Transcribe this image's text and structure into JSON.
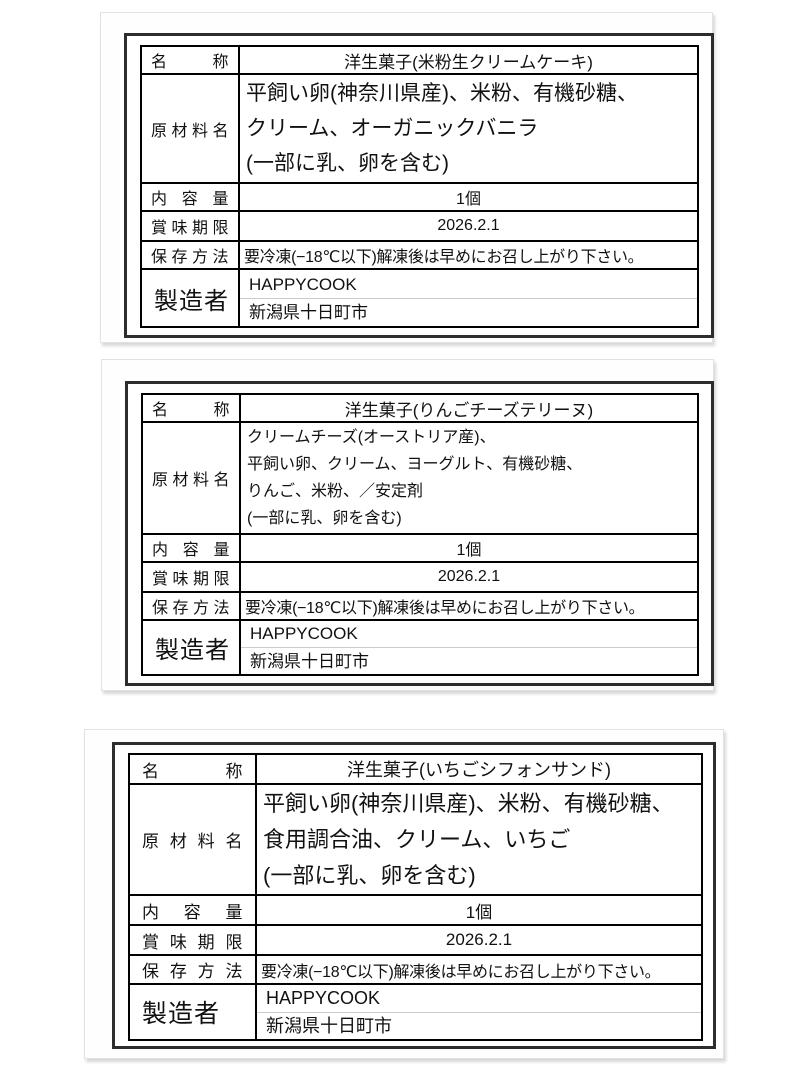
{
  "colors": {
    "table_border": "#000000",
    "frame_border": "#2d2d2d",
    "text": "#111111",
    "background": "#ffffff"
  },
  "labels": [
    {
      "name_label": "名称",
      "name_value": "洋生菓子(米粉生クリームケーキ)",
      "ingredients_label": "原材料名",
      "ingredients_lines": [
        "平飼い卵(神奈川県産)、米粉、有機砂糖、",
        "クリーム、オーガニックバニラ",
        "(一部に乳、卵を含む)"
      ],
      "amount_label": "内容量",
      "amount_value": "1個",
      "expiry_label": "賞味期限",
      "expiry_value": "2026.2.1",
      "storage_label": "保存方法",
      "storage_value": "要冷凍(−18℃以下)解凍後は早めにお召し上がり下さい。",
      "maker_label": "製造者",
      "maker_name": "HAPPYCOOK",
      "maker_address": "新潟県十日町市"
    },
    {
      "name_label": "名称",
      "name_value": "洋生菓子(りんごチーズテリーヌ)",
      "ingredients_label": "原材料名",
      "ingredients_lines": [
        "クリームチーズ(オーストリア産)、",
        "平飼い卵、クリーム、ヨーグルト、有機砂糖、",
        "りんご、米粉、／安定剤",
        "(一部に乳、卵を含む)"
      ],
      "amount_label": "内容量",
      "amount_value": "1個",
      "expiry_label": "賞味期限",
      "expiry_value": "2026.2.1",
      "storage_label": "保存方法",
      "storage_value": "要冷凍(−18℃以下)解凍後は早めにお召し上がり下さい。",
      "maker_label": "製造者",
      "maker_name": "HAPPYCOOK",
      "maker_address": "新潟県十日町市"
    },
    {
      "name_label": "名称",
      "name_value": "洋生菓子(いちごシフォンサンド)",
      "ingredients_label": "原材料名",
      "ingredients_lines": [
        "平飼い卵(神奈川県産)、米粉、有機砂糖、",
        "食用調合油、クリーム、いちご",
        "(一部に乳、卵を含む)"
      ],
      "amount_label": "内容量",
      "amount_value": "1個",
      "expiry_label": "賞味期限",
      "expiry_value": "2026.2.1",
      "storage_label": "保存方法",
      "storage_value": "要冷凍(−18℃以下)解凍後は早めにお召し上がり下さい。",
      "maker_label": "製造者",
      "maker_name": "HAPPYCOOK",
      "maker_address": "新潟県十日町市"
    }
  ]
}
